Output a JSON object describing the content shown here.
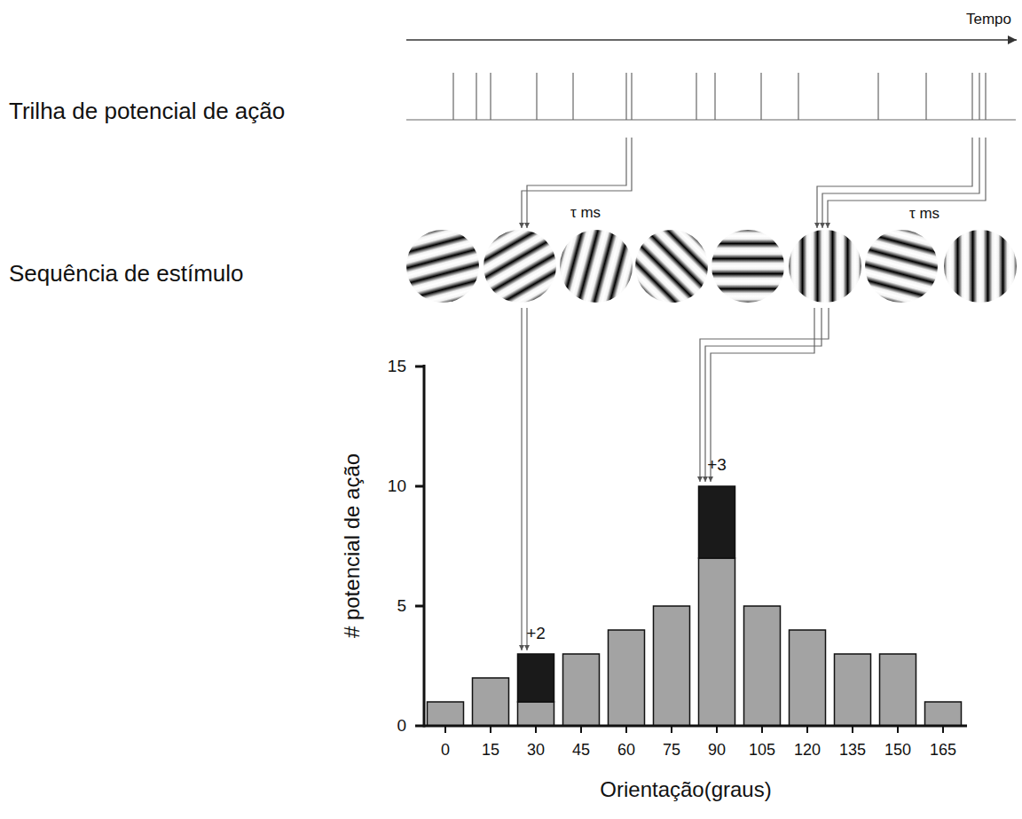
{
  "diagram": {
    "labels": [
      "Tempo",
      "Trilha de potencial de ação",
      "τ ms",
      "Sequência de estímulo",
      "τ ms",
      "15",
      "10",
      "5",
      "0",
      "# potencial de ação",
      "+2",
      "+3",
      "0",
      "15",
      "30",
      "45",
      "60",
      "75",
      "90",
      "105",
      "120",
      "135",
      "150",
      "165",
      "Orientação(graus)"
    ]
  }
}
